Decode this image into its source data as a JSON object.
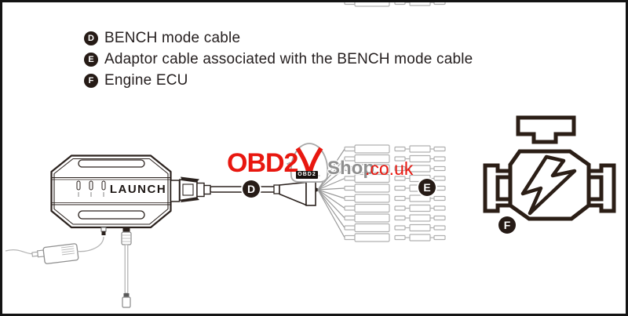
{
  "legend": {
    "items": [
      {
        "marker": "D",
        "label": "BENCH mode cable"
      },
      {
        "marker": "E",
        "label": "Adaptor cable associated with the BENCH mode cable"
      },
      {
        "marker": "F",
        "label": "Engine ECU"
      }
    ]
  },
  "device": {
    "brand": "LAUNCH"
  },
  "watermark": {
    "obd2": "OBD2",
    "shop": "Shop",
    "tld": ".co.uk",
    "badge": "OBD2"
  },
  "diagram_markers": {
    "d": "D",
    "e": "E",
    "f": "F"
  },
  "icons": {
    "engine": "check-engine-ecu-icon",
    "logo_car": "obd2shop-car-logo-icon"
  },
  "colors": {
    "line_art": "#2b221e",
    "logo_red": "#e8170f",
    "logo_gray": "#8f8f8f",
    "terminal_gray": "#b0b0b0"
  }
}
